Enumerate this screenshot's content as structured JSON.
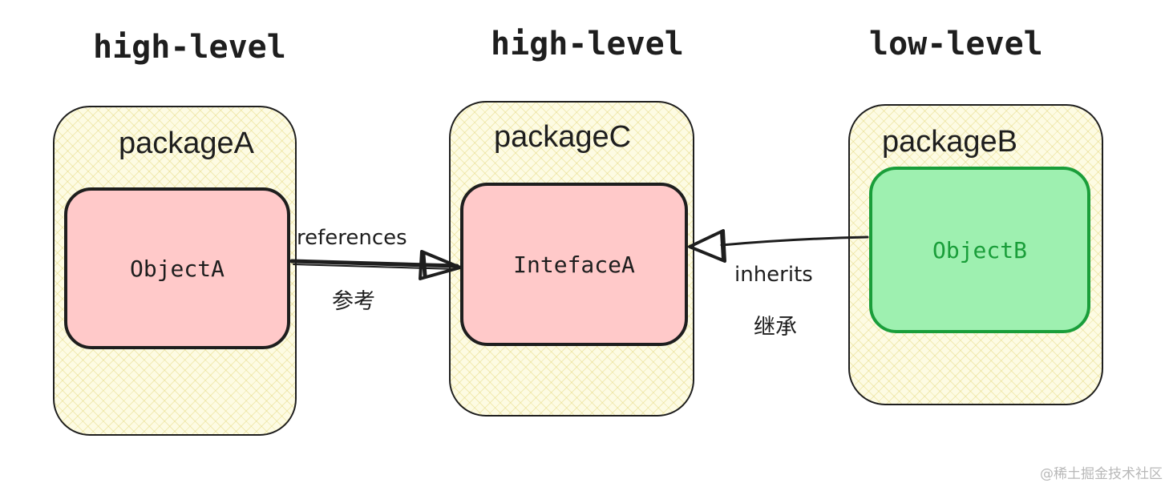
{
  "columns": [
    {
      "level_title": "high-level",
      "package_label": "packageA",
      "object_label": "ObjectA"
    },
    {
      "level_title": "high-level",
      "package_label": "packageC",
      "object_label": "IntefaceA"
    },
    {
      "level_title": "low-level",
      "package_label": "packageB",
      "object_label": "ObjectB"
    }
  ],
  "edges": [
    {
      "label_en": "references",
      "label_cn": "参考"
    },
    {
      "label_en": "inherits",
      "label_cn": "继承"
    }
  ],
  "colors": {
    "stroke": "#1e1e1e",
    "package_fill": "#fdfbe3",
    "object_fill": "#ffc9c9",
    "objectB_fill": "#9ef0b0",
    "objectB_stroke": "#1a9e3a"
  },
  "watermark": "@稀土掘金技术社区"
}
